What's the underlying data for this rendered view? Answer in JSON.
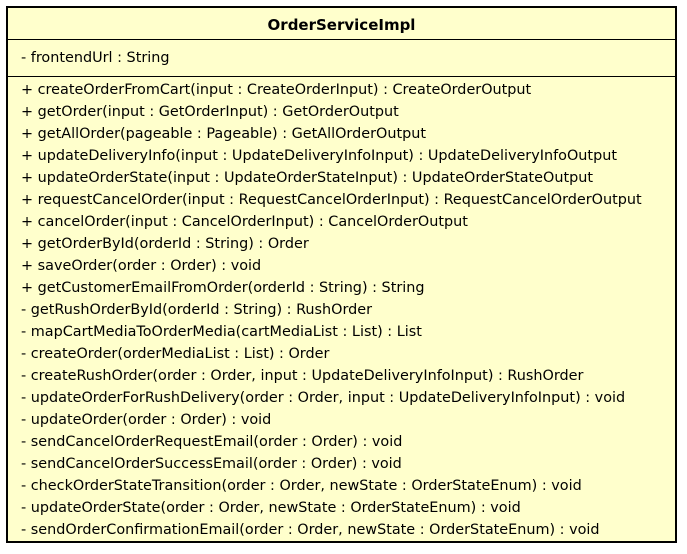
{
  "class_name": "OrderServiceImpl",
  "attributes": [
    "- frontendUrl : String"
  ],
  "operations": [
    "+ createOrderFromCart(input : CreateOrderInput) : CreateOrderOutput",
    "+ getOrder(input : GetOrderInput) : GetOrderOutput",
    "+ getAllOrder(pageable : Pageable) : GetAllOrderOutput",
    "+ updateDeliveryInfo(input : UpdateDeliveryInfoInput) : UpdateDeliveryInfoOutput",
    "+ updateOrderState(input : UpdateOrderStateInput) : UpdateOrderStateOutput",
    "+ requestCancelOrder(input : RequestCancelOrderInput) : RequestCancelOrderOutput",
    "+ cancelOrder(input : CancelOrderInput) : CancelOrderOutput",
    "+ getOrderById(orderId : String) : Order",
    "+ saveOrder(order : Order) : void",
    "+ getCustomerEmailFromOrder(orderId : String) : String",
    "- getRushOrderById(orderId : String) : RushOrder",
    "- mapCartMediaToOrderMedia(cartMediaList : List) : List",
    "- createOrder(orderMediaList : List) : Order",
    "- createRushOrder(order : Order, input : UpdateDeliveryInfoInput) : RushOrder",
    "- updateOrderForRushDelivery(order : Order, input : UpdateDeliveryInfoInput) : void",
    "- updateOrder(order : Order) : void",
    "- sendCancelOrderRequestEmail(order : Order) : void",
    "- sendCancelOrderSuccessEmail(order : Order) : void",
    "- checkOrderStateTransition(order : Order, newState : OrderStateEnum) : void",
    "- updateOrderState(order : Order, newState : OrderStateEnum) : void",
    "- sendOrderConfirmationEmail(order : Order, newState : OrderStateEnum) : void"
  ],
  "colors": {
    "class_fill": "#ffffcc",
    "border": "#000000",
    "text": "#000000"
  }
}
